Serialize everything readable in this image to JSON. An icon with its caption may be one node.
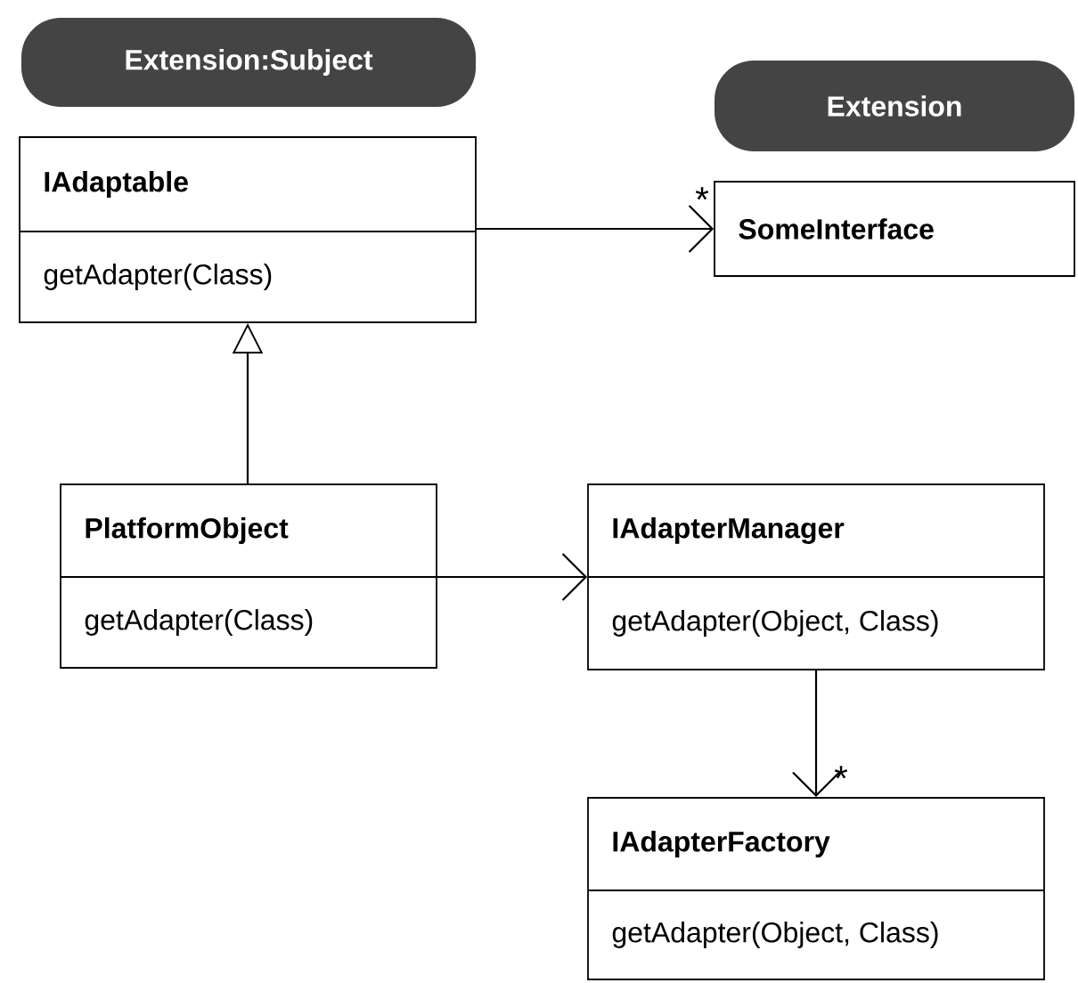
{
  "diagram": {
    "nodes": [
      {
        "text": [
          "Extension:Subject"
        ]
      },
      {
        "text": [
          "Extension"
        ]
      },
      {
        "text": [
          "IAdaptable",
          "getAdapter(Class)"
        ]
      },
      {
        "text": [
          "SomeInterface"
        ]
      },
      {
        "text": [
          "PlatformObject",
          "getAdapter(Class)"
        ]
      },
      {
        "text": [
          "IAdapterManager",
          "getAdapter(Object, Class)"
        ]
      },
      {
        "text": [
          "IAdapterFactory",
          "getAdapter(Object, Class)"
        ]
      }
    ],
    "edges": [
      {
        "from": 2,
        "to": 3,
        "arrow": "to",
        "label": "*"
      },
      {
        "from": 4,
        "to": 2,
        "arrow": "to"
      },
      {
        "from": 4,
        "to": 5,
        "arrow": "to"
      },
      {
        "from": 5,
        "to": 6,
        "arrow": "to",
        "label": "*"
      }
    ]
  }
}
